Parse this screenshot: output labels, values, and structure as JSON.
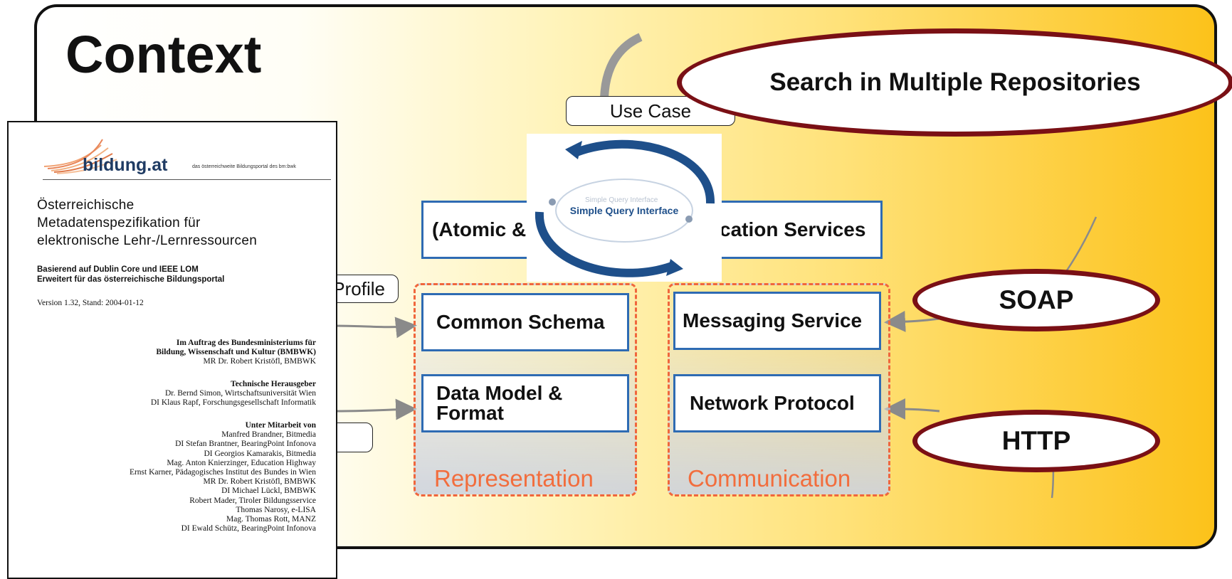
{
  "title": "Context",
  "use_case_label": "Use Case",
  "search_ellipse": "Search in Multiple Repositories",
  "profile_pill": "Profile",
  "empty_pill": "",
  "sqi_logo": {
    "main": "Simple Query Interface",
    "ghost": "Simple Query Interface"
  },
  "top_row": {
    "left_box": "(Atomic &",
    "right_box": "cation Services"
  },
  "representation": {
    "label": "Representation",
    "box1": "Common Schema",
    "box2": "Data Model & Format"
  },
  "communication": {
    "label": "Communication",
    "box1": "Messaging Service",
    "box2": "Network Protocol"
  },
  "soap_ellipse": "SOAP",
  "http_ellipse": "HTTP",
  "document": {
    "logo": "bildung.at",
    "logo_sub": "das österreichweite Bildungsportal des bm:bwk",
    "heading_lines": [
      "Österreichische",
      "Metadatenspezifikation für",
      "elektronische Lehr-/Lernressourcen"
    ],
    "subhead_lines": [
      "Basierend auf Dublin Core und IEEE LOM",
      "Erweitert für das österreichische Bildungsportal"
    ],
    "version": "Version 1.32, Stand: 2004-01-12",
    "commission_lines": [
      "Im Auftrag des Bundesministeriums für",
      "Bildung, Wissenschaft und Kultur (BMBWK)",
      "MR Dr. Robert Kristöfl, BMBWK"
    ],
    "editor_title": "Technische Herausgeber",
    "editor_lines": [
      "Dr. Bernd Simon, Wirtschaftsuniversität Wien",
      "DI Klaus Rapf, Forschungsgesellschaft Informatik"
    ],
    "contrib_title": "Unter Mitarbeit von",
    "contrib_lines": [
      "Manfred Brandner, Bitmedia",
      "DI Stefan Brantner, BearingPoint Infonova",
      "DI Georgios Kamarakis, Bitmedia",
      "Mag. Anton Knierzinger, Education Highway",
      "Ernst Karner, Pädagogisches Institut des Bundes in Wien",
      "MR Dr. Robert Kristöfl, BMBWK",
      "DI Michael Lückl, BMBWK",
      "Robert Mader, Tiroler Bildungsservice",
      "Thomas Narosy, e-LISA",
      "Mag. Thomas Rott, MANZ",
      "DI Ewald Schütz, BearingPoint Infonova"
    ]
  }
}
